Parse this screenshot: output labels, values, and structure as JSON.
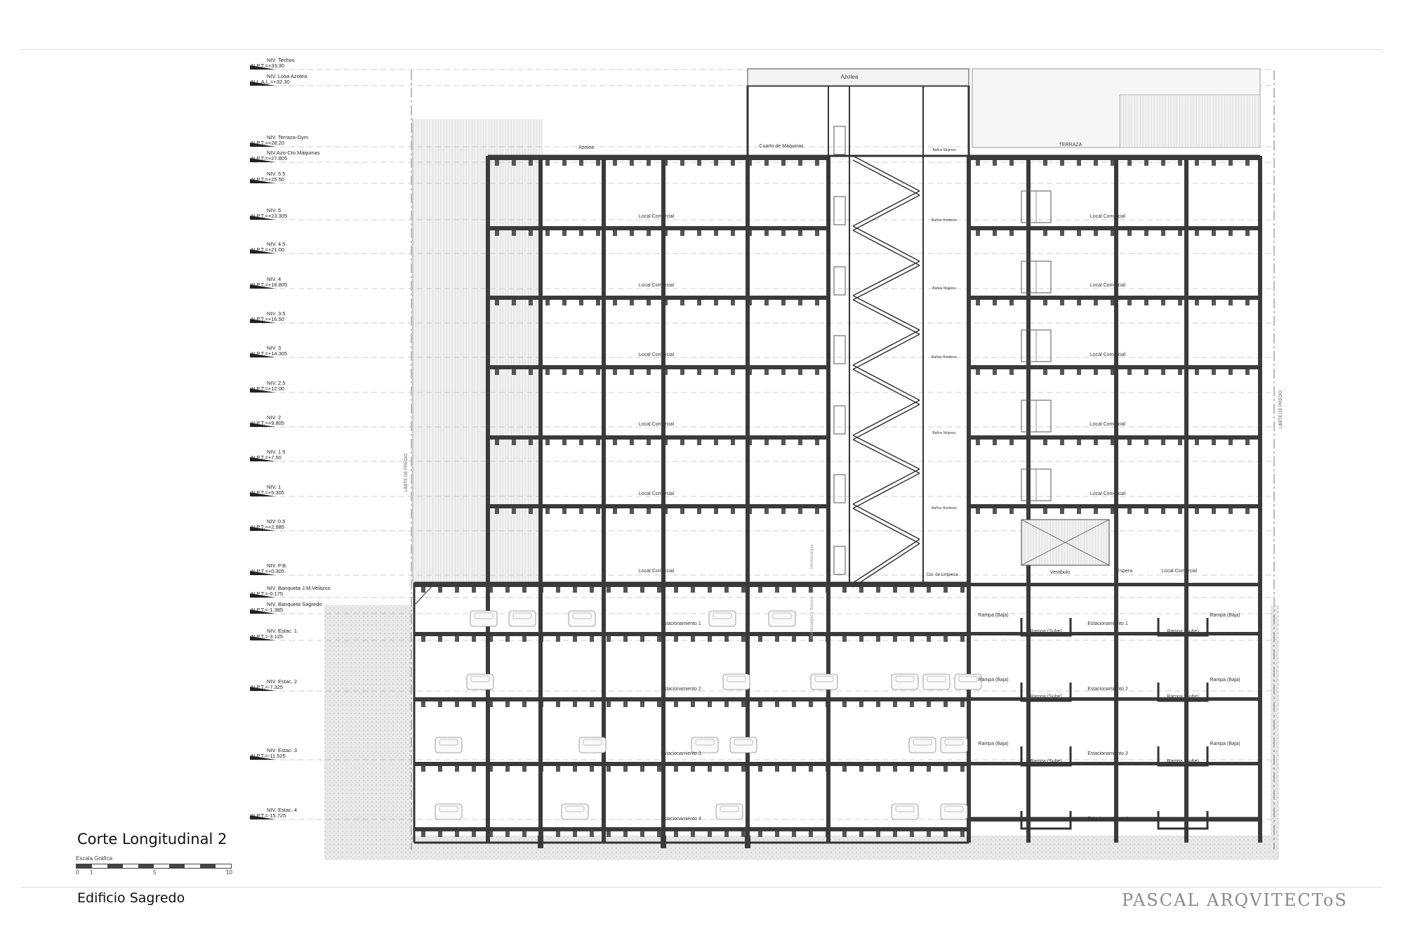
{
  "title": "Corte Longitudinal 2",
  "project": "Edificio Sagredo",
  "firm": "PASCAL ARQVITECToS",
  "scale_bar": {
    "label": "Escala Gráfica",
    "ticks": [
      "0",
      "1",
      "5",
      "10"
    ]
  },
  "levels": [
    {
      "name": "NIV. Techos",
      "value": "N.P.T.=+33.30"
    },
    {
      "name": "NIV. Losa Azotea",
      "value": "N.L.A.L.=+32.30"
    },
    {
      "name": "NIV. Terraza-Gym",
      "value": "N.P.T.=+28.20"
    },
    {
      "name": "NIV.Azo-Cto.Máquinas",
      "value": "N.P.T.=+27.805"
    },
    {
      "name": "NIV. 5.5",
      "value": "N.P.T.=+25.50"
    },
    {
      "name": "NIV. 5",
      "value": "N.P.T.=+23.305"
    },
    {
      "name": "NIV. 4.5",
      "value": "N.P.T.=+21.00"
    },
    {
      "name": "NIV. 4",
      "value": "N.P.T.=+18.805"
    },
    {
      "name": "NIV. 3.5",
      "value": "N.P.T.=+16.50"
    },
    {
      "name": "NIV. 3",
      "value": "N.P.T.=+14.305"
    },
    {
      "name": "NIV. 2.5",
      "value": "N.P.T.=+12.00"
    },
    {
      "name": "NIV. 2",
      "value": "N.P.T.=+9.805"
    },
    {
      "name": "NIV. 1.5",
      "value": "N.P.T.=+7.50"
    },
    {
      "name": "NIV. 1",
      "value": "N.P.T.=+5.305"
    },
    {
      "name": "NIV. 0.5",
      "value": "N.P.T.=+2.985"
    },
    {
      "name": "NIV. P.B.",
      "value": "N.P.T.=+0.305"
    },
    {
      "name": "NIV. Banqueta J.M.Velazco",
      "value": "N.P.T.=-0.175"
    },
    {
      "name": "NIV. Banqueta Sagredo",
      "value": "N.P.T.=-1.385"
    },
    {
      "name": "NIV. Estac. 1",
      "value": "N.P.T.=-3.125"
    },
    {
      "name": "NIV. Estac. 2",
      "value": "N.P.T.=-7.325"
    },
    {
      "name": "NIV. Estac. 3",
      "value": "N.P.T.=-11.525"
    },
    {
      "name": "NIV. Estac. 4",
      "value": "N.P.T.=-15.725"
    }
  ],
  "labels": {
    "azotea_top": "Azotea",
    "azotea": "Azotea",
    "cuarto_maquinas": "Cuarto de Máquinas",
    "terraza": "TERRAZA",
    "local_comercial": "Local Comercial",
    "banos_mujeres": "Baños Mujeres",
    "banos_hombres": "Baños Hombres",
    "vestibulo": "Vestibulo",
    "espera": "Espera",
    "cto_limpieza": "Cto. de Limpieza",
    "montacargas": "Montacargas",
    "montacargas_basura": "Montacargas y Basura",
    "limite_predio": "LIMITE DE PREDIO",
    "rampa_baja": "Rampa (Baja)",
    "rampa_sube": "Rampa (Sube)",
    "estac_1": "Estacionamiento 1",
    "estac_2": "Estacionamiento 2",
    "estac_3": "Estacionamiento 3",
    "estac_4": "Estacionamiento 4"
  },
  "colors": {
    "line": "#333333",
    "slab": "#3a3a3a",
    "soil": "#cfcfcf",
    "light": "#9a9a9a",
    "brand": "#8a8a8a"
  }
}
